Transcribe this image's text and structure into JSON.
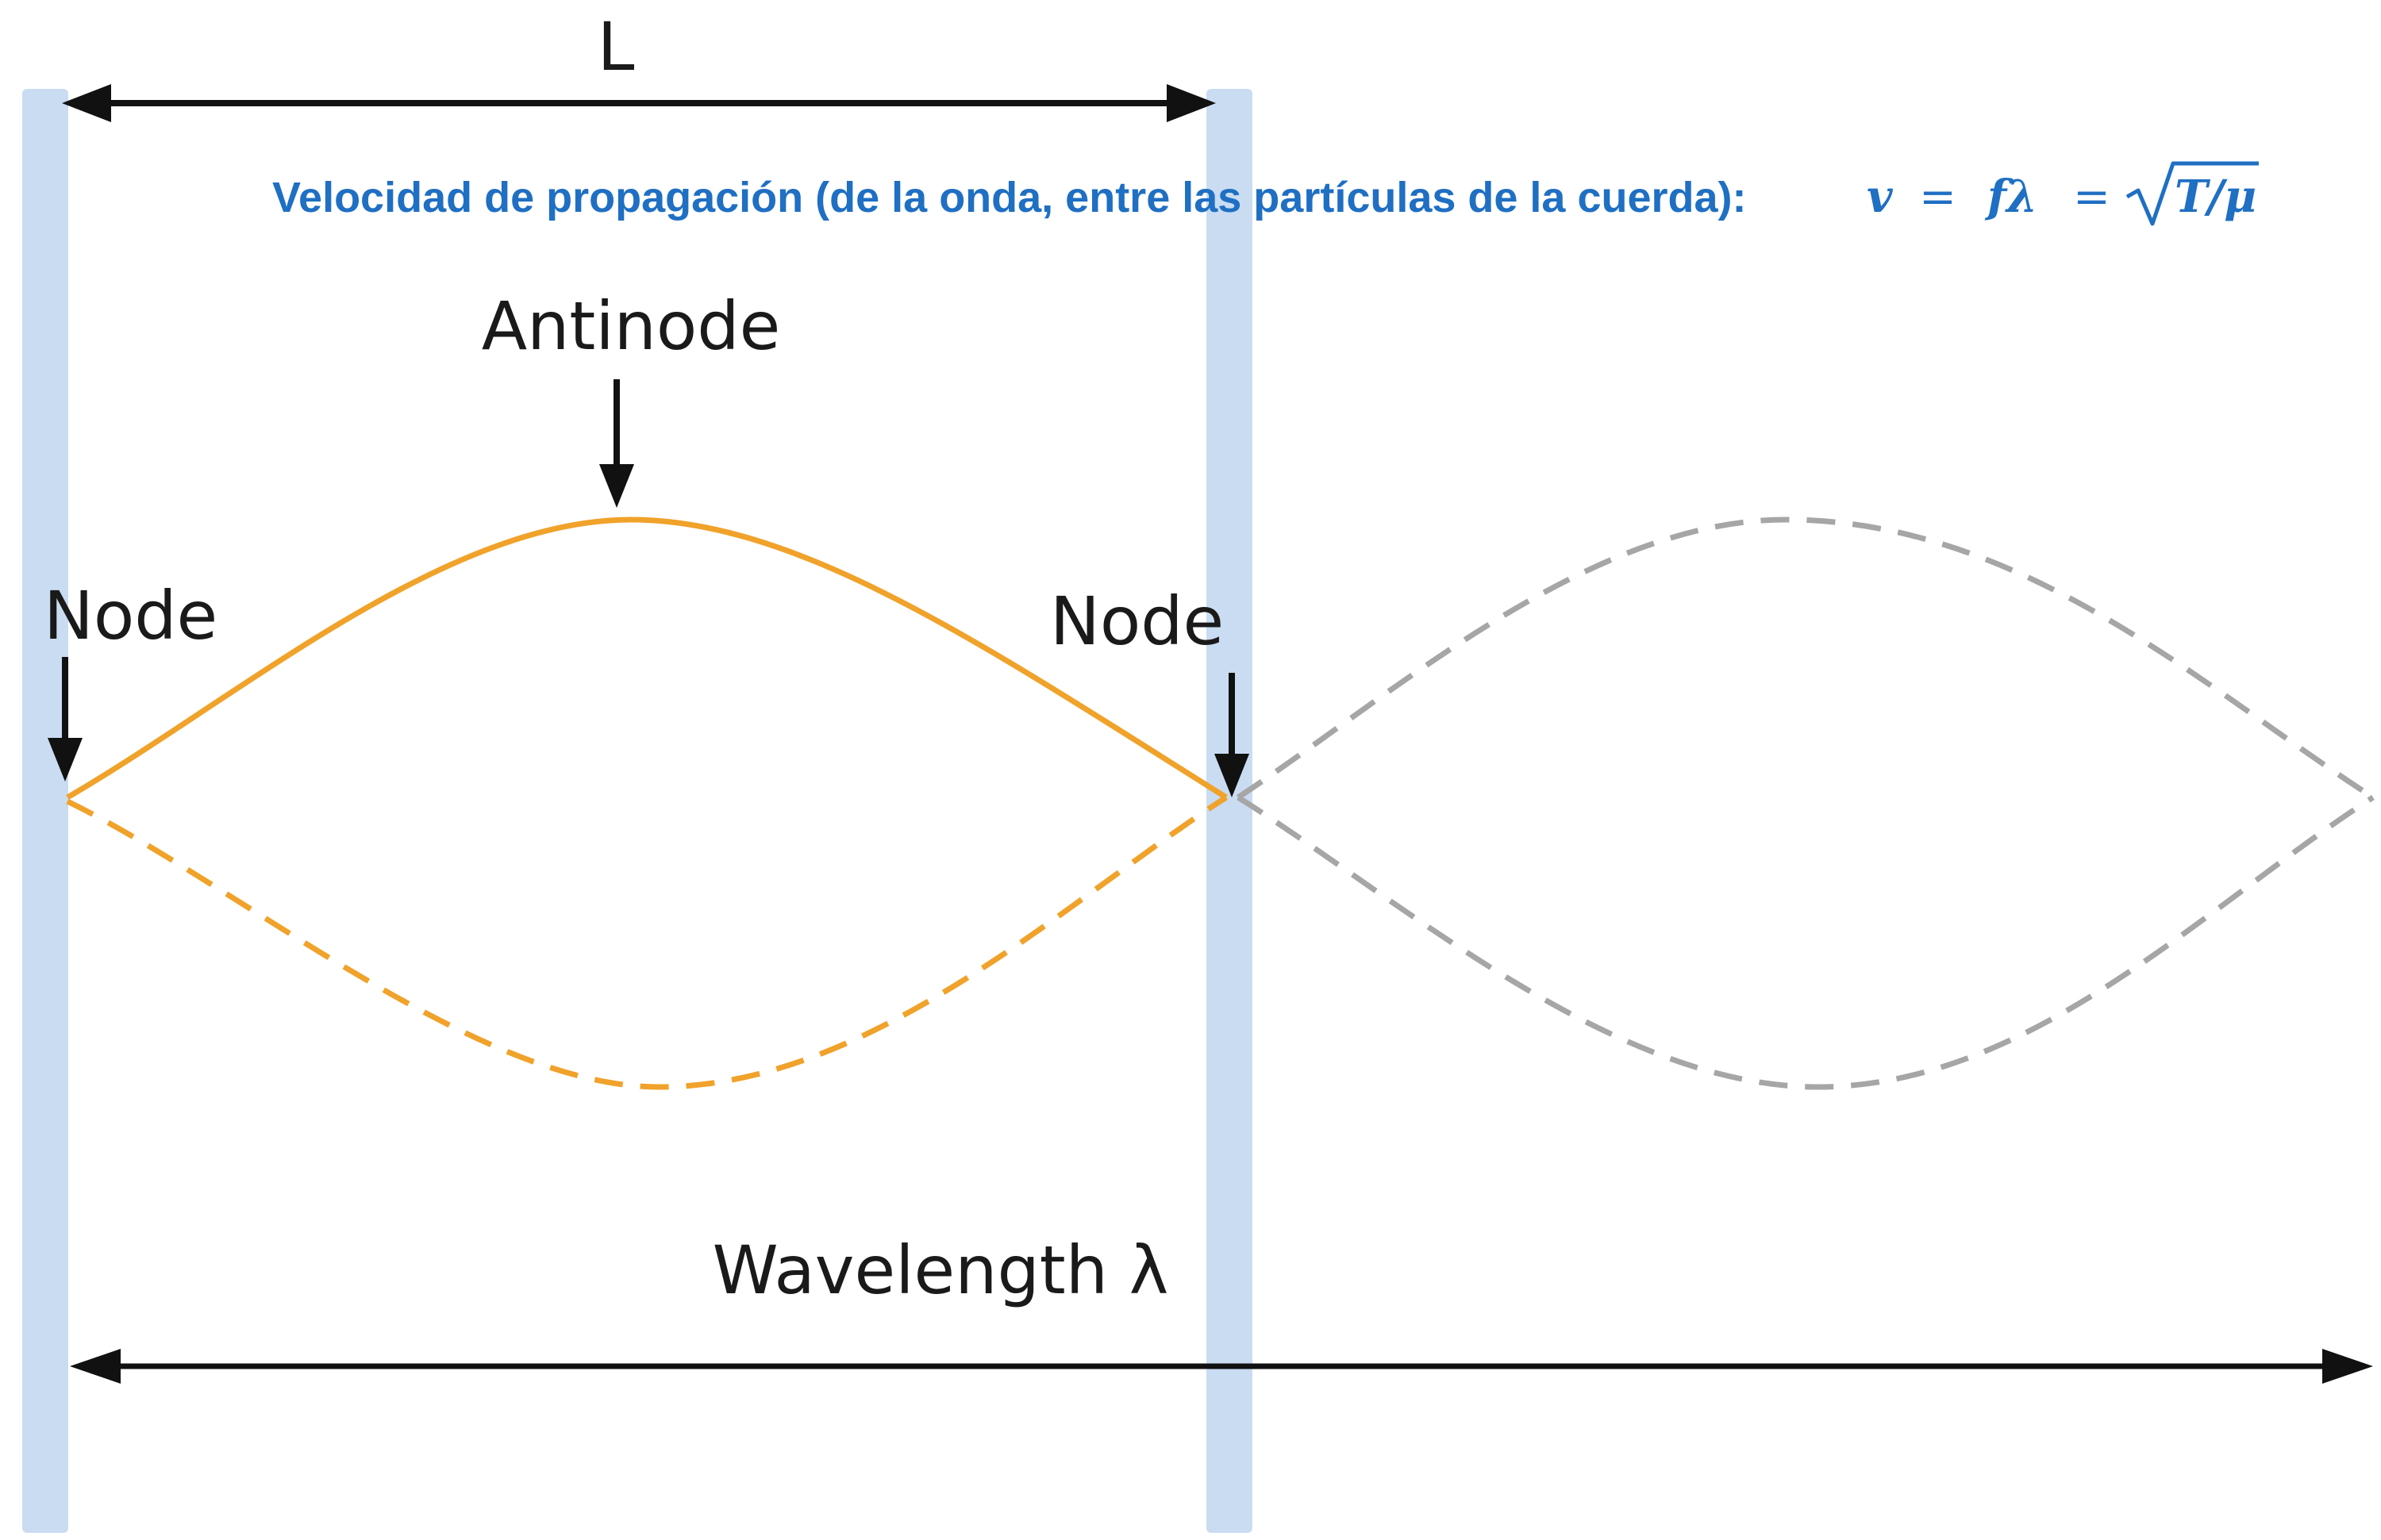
{
  "labels": {
    "length": "L",
    "antinode": "Antinode",
    "node_left": "Node",
    "node_right": "Node",
    "wavelength": "Wavelength λ"
  },
  "formula": {
    "description": "Velocidad de propagación (de la onda, entre las partículas de la cuerda):",
    "v": "v",
    "eq1": "=",
    "f_lambda": "fλ",
    "eq2": "=",
    "sqrt_content": "T/μ"
  },
  "colors": {
    "wall": "#c9dcf2",
    "wave_solid": "#f0a22a",
    "wave_dashed_orange": "#f0a22a",
    "wave_dashed_gray": "#a6a6a6",
    "arrow": "#111111",
    "formula": "#1f6fc3"
  }
}
